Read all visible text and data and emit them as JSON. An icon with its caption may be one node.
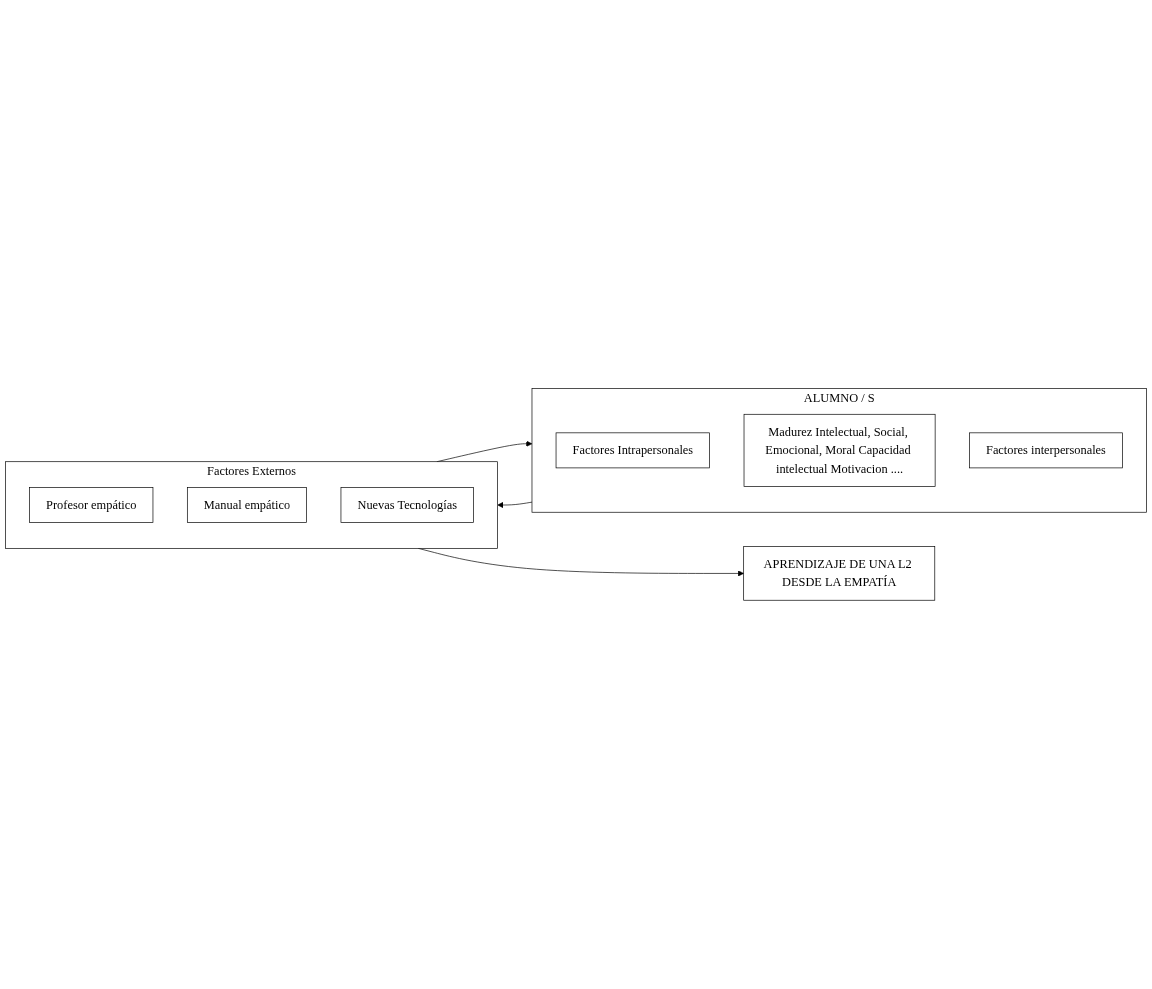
{
  "diagram": {
    "nodes": [
      {
        "text": [
          "ALUMNO / S"
        ]
      },
      {
        "text": [
          "Factores Intrapersonales"
        ],
        "in": 0
      },
      {
        "text": [
          "Madurez Intelectual, Social, Emocional, Moral Capacidad intelectual Motivacion ...."
        ],
        "in": 0
      },
      {
        "text": [
          "Factores interpersonales"
        ],
        "in": 0
      },
      {
        "text": [
          "Factores Externos"
        ]
      },
      {
        "text": [
          "Profesor empático"
        ],
        "in": 4
      },
      {
        "text": [
          "Manual empático"
        ],
        "in": 4
      },
      {
        "text": [
          "Nuevas Tecnologías"
        ],
        "in": 4
      },
      {
        "text": [
          "APRENDIZAJE DE UNA L2 DESDE LA EMPATÍA"
        ]
      }
    ],
    "edges": [
      {
        "from": 4,
        "to": 0,
        "arrow": "to"
      },
      {
        "from": 0,
        "to": 4,
        "arrow": "to"
      },
      {
        "from": 4,
        "to": 8,
        "arrow": "to"
      }
    ]
  }
}
